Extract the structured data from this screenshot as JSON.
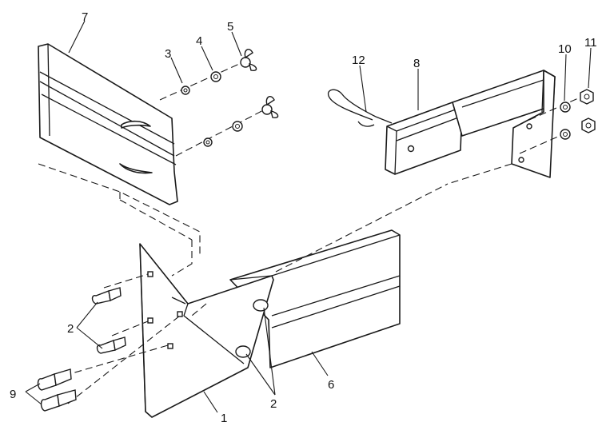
{
  "callouts": {
    "c1": "1",
    "c2_left": "2",
    "c2_right": "2",
    "c3": "3",
    "c4": "4",
    "c5": "5",
    "c6": "6",
    "c7": "7",
    "c8": "8",
    "c9": "9",
    "c10": "10",
    "c11": "11",
    "c12": "12"
  }
}
